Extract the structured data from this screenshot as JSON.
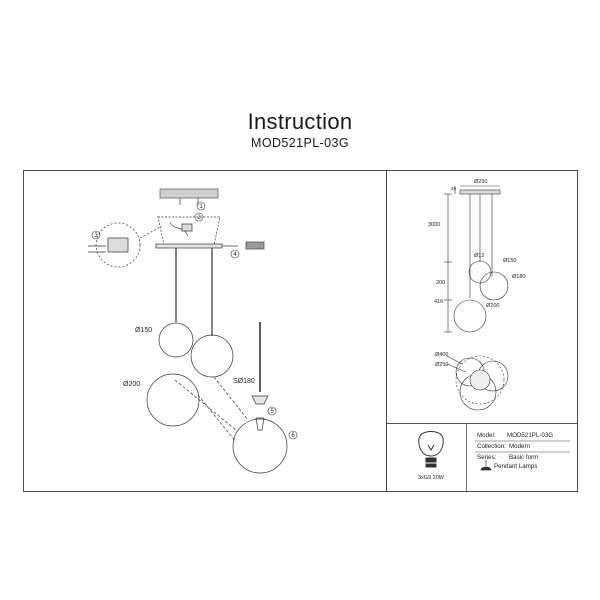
{
  "header": {
    "title": "Instruction",
    "model_code": "MOD521PL-03G"
  },
  "assembly": {
    "steps": [
      "1",
      "2",
      "3",
      "4",
      "5",
      "6"
    ],
    "labels": {
      "d150": "Ø150",
      "d200": "Ø200",
      "sd180": "SØ180"
    }
  },
  "dimensions": {
    "canopy": "Ø250",
    "cable_length": "3000",
    "rod": "Ø12",
    "d150": "Ø150",
    "d180": "Ø180",
    "d200": "Ø200",
    "h200": "200",
    "h416": "416",
    "canopy_height": "25",
    "top_d400": "Ø400",
    "top_d250": "Ø250"
  },
  "specs": {
    "bulb": "3xG9 20W",
    "model_label": "Model:",
    "model_value": "MOD521PL-03G",
    "collection_label": "Collection:",
    "collection_value": "Modern",
    "series_label": "Series:",
    "series_value": "Basic form",
    "type_value": "Pendant Lamps"
  }
}
